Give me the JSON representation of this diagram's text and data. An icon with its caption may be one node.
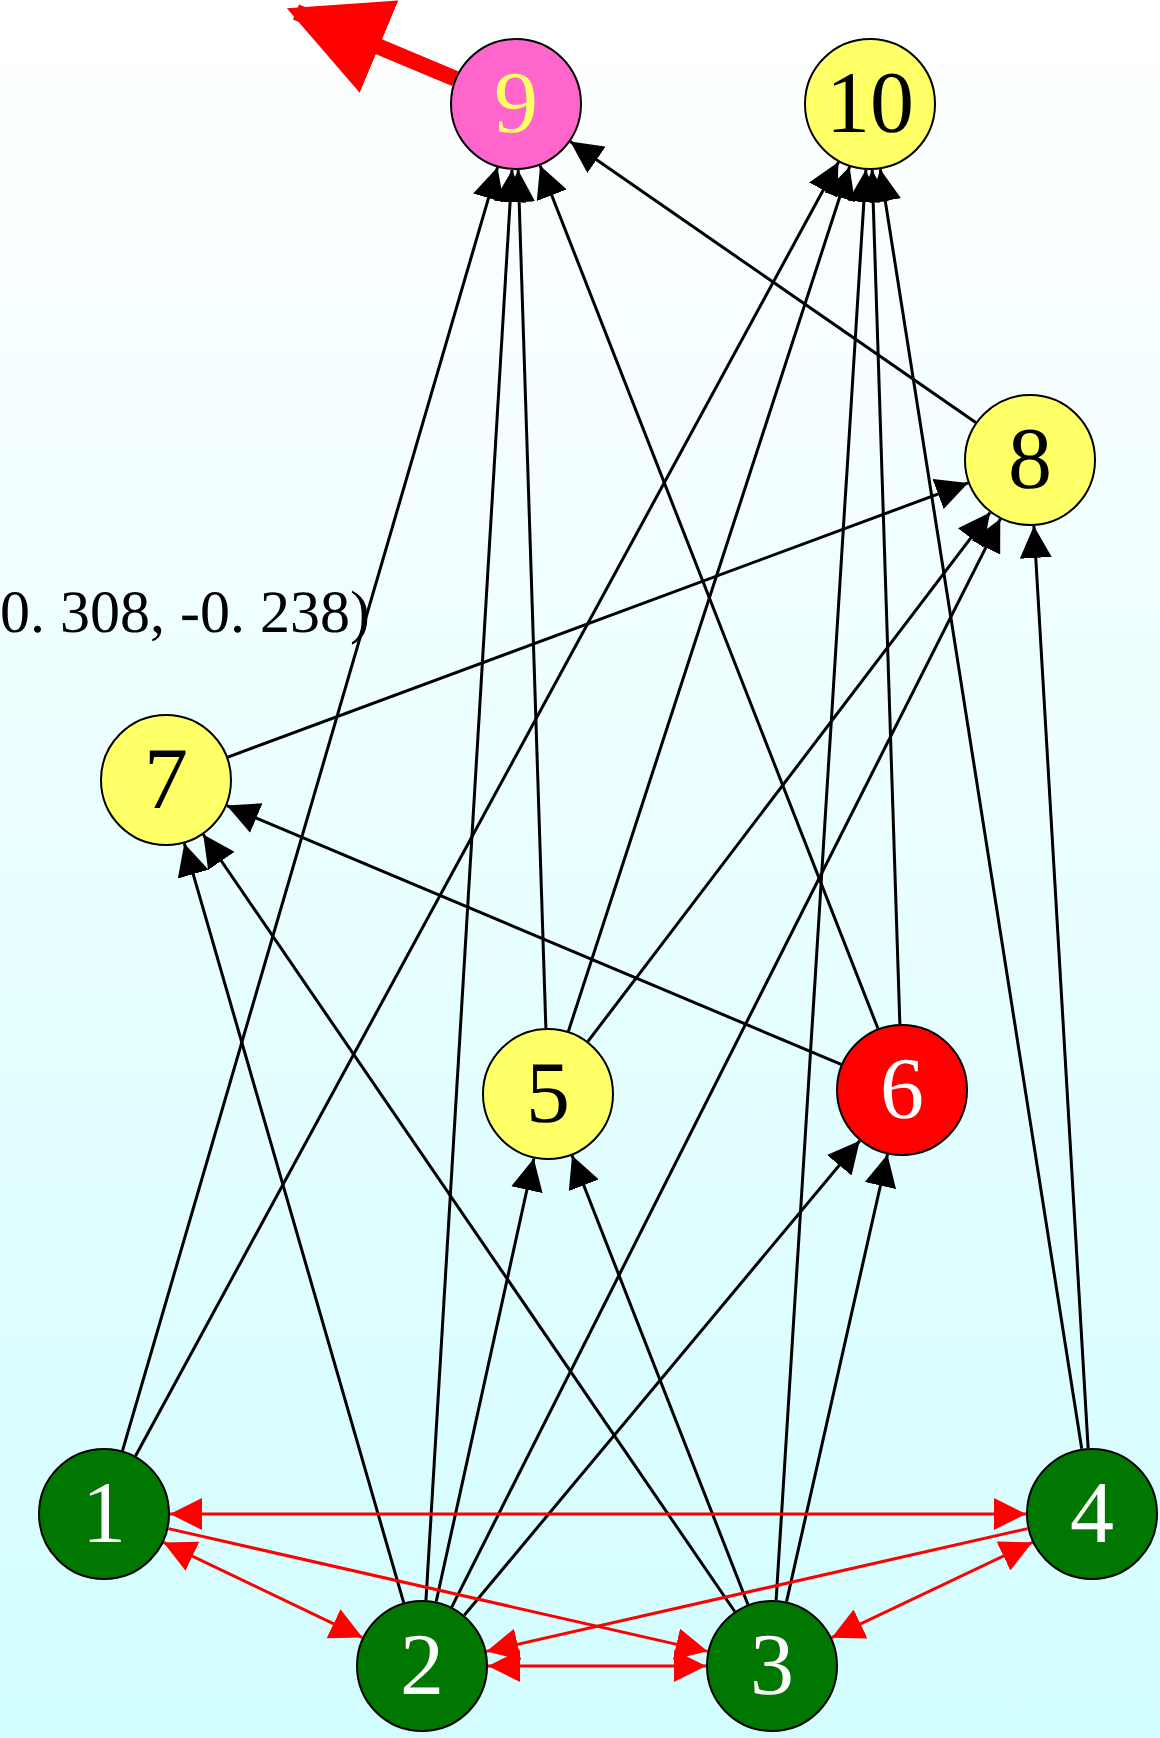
{
  "diagram": {
    "nodes": [
      {
        "text": [
          "1"
        ]
      },
      {
        "text": [
          "2"
        ]
      },
      {
        "text": [
          "3"
        ]
      },
      {
        "text": [
          "4"
        ]
      },
      {
        "text": [
          "5"
        ]
      },
      {
        "text": [
          "6"
        ]
      },
      {
        "text": [
          "7"
        ]
      },
      {
        "text": [
          "8"
        ]
      },
      {
        "text": [
          "9"
        ]
      },
      {
        "text": [
          "10"
        ]
      }
    ],
    "edges": [
      {
        "from": 0,
        "to": 8,
        "arrow": "to"
      },
      {
        "from": 0,
        "to": 9,
        "arrow": "to"
      },
      {
        "from": 1,
        "to": 6,
        "arrow": "to"
      },
      {
        "from": 1,
        "to": 8,
        "arrow": "to"
      },
      {
        "from": 1,
        "to": 4,
        "arrow": "to"
      },
      {
        "from": 1,
        "to": 7,
        "arrow": "to"
      },
      {
        "from": 1,
        "to": 5,
        "arrow": "to"
      },
      {
        "from": 2,
        "to": 6,
        "arrow": "to"
      },
      {
        "from": 2,
        "to": 4,
        "arrow": "to"
      },
      {
        "from": 2,
        "to": 9,
        "arrow": "to"
      },
      {
        "from": 2,
        "to": 5,
        "arrow": "to"
      },
      {
        "from": 3,
        "to": 7,
        "arrow": "to"
      },
      {
        "from": 3,
        "to": 9,
        "arrow": "to"
      },
      {
        "from": 4,
        "to": 8,
        "arrow": "to"
      },
      {
        "from": 4,
        "to": 9,
        "arrow": "to"
      },
      {
        "from": 4,
        "to": 7,
        "arrow": "to"
      },
      {
        "from": 5,
        "to": 8,
        "arrow": "to"
      },
      {
        "from": 5,
        "to": 9,
        "arrow": "to"
      },
      {
        "from": 5,
        "to": 6,
        "arrow": "to"
      },
      {
        "from": 6,
        "to": 7,
        "arrow": "to"
      },
      {
        "from": 7,
        "to": 8,
        "arrow": "to"
      },
      {
        "from": 0,
        "to": 3,
        "arrow": "both",
        "color": "#ff0000"
      },
      {
        "from": 0,
        "to": 1,
        "arrow": "both",
        "color": "#ff0000"
      },
      {
        "from": 0,
        "to": 2,
        "arrow": "to",
        "color": "#ff0000"
      },
      {
        "from": 3,
        "to": 1,
        "arrow": "to",
        "color": "#ff0000"
      },
      {
        "from": 1,
        "to": 2,
        "arrow": "both",
        "color": "#ff0000"
      },
      {
        "from": 3,
        "to": 2,
        "arrow": "both",
        "color": "#ff0000"
      },
      {
        "from": 8,
        "to": null,
        "arrow": "to",
        "style": "thick",
        "color": "#ff0000"
      }
    ],
    "labels": [
      "0. 308, -0. 238)"
    ]
  }
}
